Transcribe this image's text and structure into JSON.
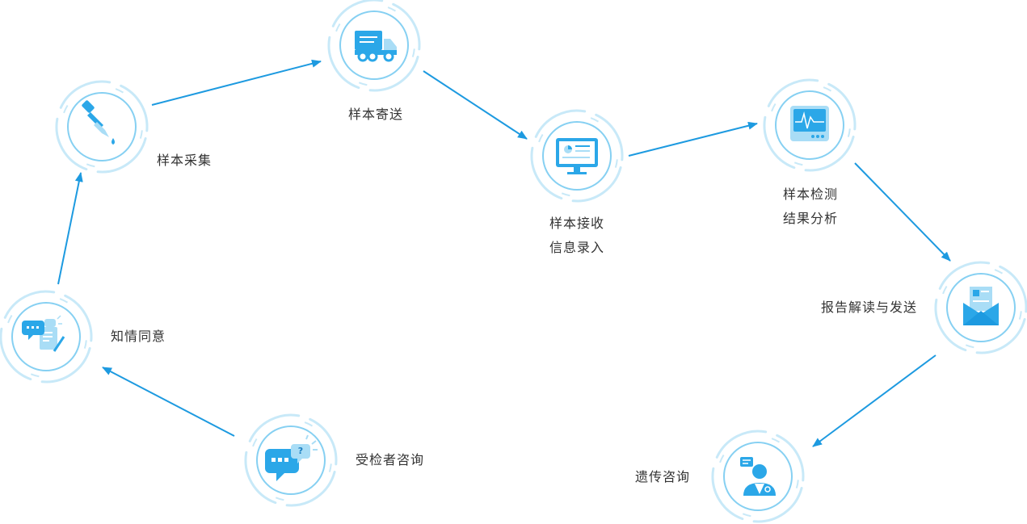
{
  "colors": {
    "accent": "#1d9ae0",
    "ring_outer": "#c8e9f8",
    "ring_inner": "#86d0f2",
    "icon": "#2ba7e8",
    "icon_light": "#a9ddf6"
  },
  "steps": [
    {
      "id": "consult",
      "icon": "chat-question-icon",
      "lines": [
        "受检者咨询"
      ]
    },
    {
      "id": "consent",
      "icon": "consent-form-icon",
      "lines": [
        "知情同意"
      ]
    },
    {
      "id": "collect",
      "icon": "dropper-icon",
      "lines": [
        "样本采集"
      ]
    },
    {
      "id": "ship",
      "icon": "truck-icon",
      "lines": [
        "样本寄送"
      ]
    },
    {
      "id": "receive",
      "icon": "monitor-icon",
      "lines": [
        "样本接收",
        "信息录入"
      ]
    },
    {
      "id": "analyze",
      "icon": "analyzer-icon",
      "lines": [
        "样本检测",
        "结果分析"
      ]
    },
    {
      "id": "report",
      "icon": "envelope-icon",
      "lines": [
        "报告解读与发送"
      ]
    },
    {
      "id": "genetic",
      "icon": "doctor-icon",
      "lines": [
        "遗传咨询"
      ]
    }
  ]
}
